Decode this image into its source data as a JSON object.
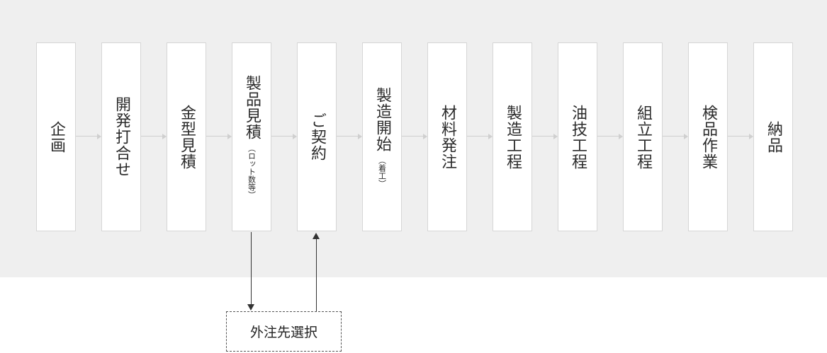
{
  "steps": [
    {
      "label": "企画",
      "sub": ""
    },
    {
      "label": "開発打合せ",
      "sub": ""
    },
    {
      "label": "金型見積",
      "sub": ""
    },
    {
      "label": "製品見積",
      "sub": "（ロット数等）"
    },
    {
      "label": "ご契約",
      "sub": ""
    },
    {
      "label": "製造開始",
      "sub": "（着工）"
    },
    {
      "label": "材料発注",
      "sub": ""
    },
    {
      "label": "製造工程",
      "sub": ""
    },
    {
      "label": "油技工程",
      "sub": ""
    },
    {
      "label": "組立工程",
      "sub": ""
    },
    {
      "label": "検品作業",
      "sub": ""
    },
    {
      "label": "納品",
      "sub": ""
    }
  ],
  "outsource": {
    "label": "外注先選択"
  },
  "colors": {
    "band": "#efefef",
    "box_border": "#d6d6d6",
    "connector": "#cfcfcf",
    "arrow": "#333333"
  }
}
